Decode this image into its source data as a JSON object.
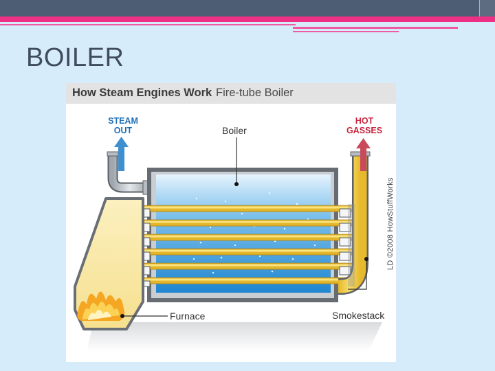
{
  "slide": {
    "title": "BOILER"
  },
  "figure": {
    "title_bold": "How Steam Engines Work",
    "title_sub": "Fire-tube Boiler",
    "labels": {
      "steam_out_line1": "STEAM",
      "steam_out_line2": "OUT",
      "hot_gasses_line1": "HOT",
      "hot_gasses_line2": "GASSES",
      "boiler": "Boiler",
      "furnace": "Furnace",
      "smokestack": "Smokestack"
    },
    "credit": "LD ©2008 HowStuffWorks",
    "fire_tube_count": 6
  },
  "colors": {
    "header_bar": "#4d5d73",
    "accent_pink": "#ee2f86",
    "slide_background": "#d7ecfb",
    "title_text": "#3f4b5e",
    "steam_blue": "#1e6fb8",
    "hot_red": "#c8243c",
    "fire_tube_yellow": "#f2cf3e",
    "water_blue": "#2b93d6"
  }
}
